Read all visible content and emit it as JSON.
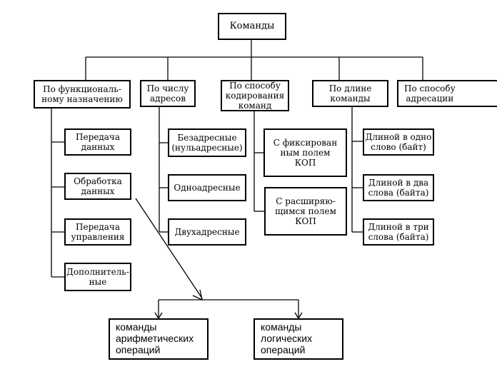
{
  "diagram": {
    "root": "Команды",
    "categories": [
      {
        "id": "func",
        "label": "По функциональ-\nному  назначению",
        "children": [
          "Передача\nданных",
          "Обработка\nданных",
          "Передача\nуправления",
          "Дополнитель-\nные"
        ]
      },
      {
        "id": "addr",
        "label": "По числу\nадресов",
        "children": [
          "Безадресные\n(нульадресные)",
          "Одноадресные",
          "Двухадресные"
        ]
      },
      {
        "id": "code",
        "label": "По способу\nкодирования\nкоманд",
        "children": [
          "С фиксирован\nным полем\nКОП",
          "С расширяю-\nщимся полем\nКОП"
        ]
      },
      {
        "id": "len",
        "label": "По длине\nкоманды",
        "children": [
          "Длиной в одно\nслово (байт)",
          "Длиной в два\nслова (байта)",
          "Длиной в три\nслова (байта)"
        ]
      },
      {
        "id": "mode",
        "label": "По способу\nадресации",
        "children": []
      }
    ],
    "processing_subtypes": [
      "команды\nарифметических\nопераций",
      "команды\nлогических\nопераций"
    ]
  }
}
